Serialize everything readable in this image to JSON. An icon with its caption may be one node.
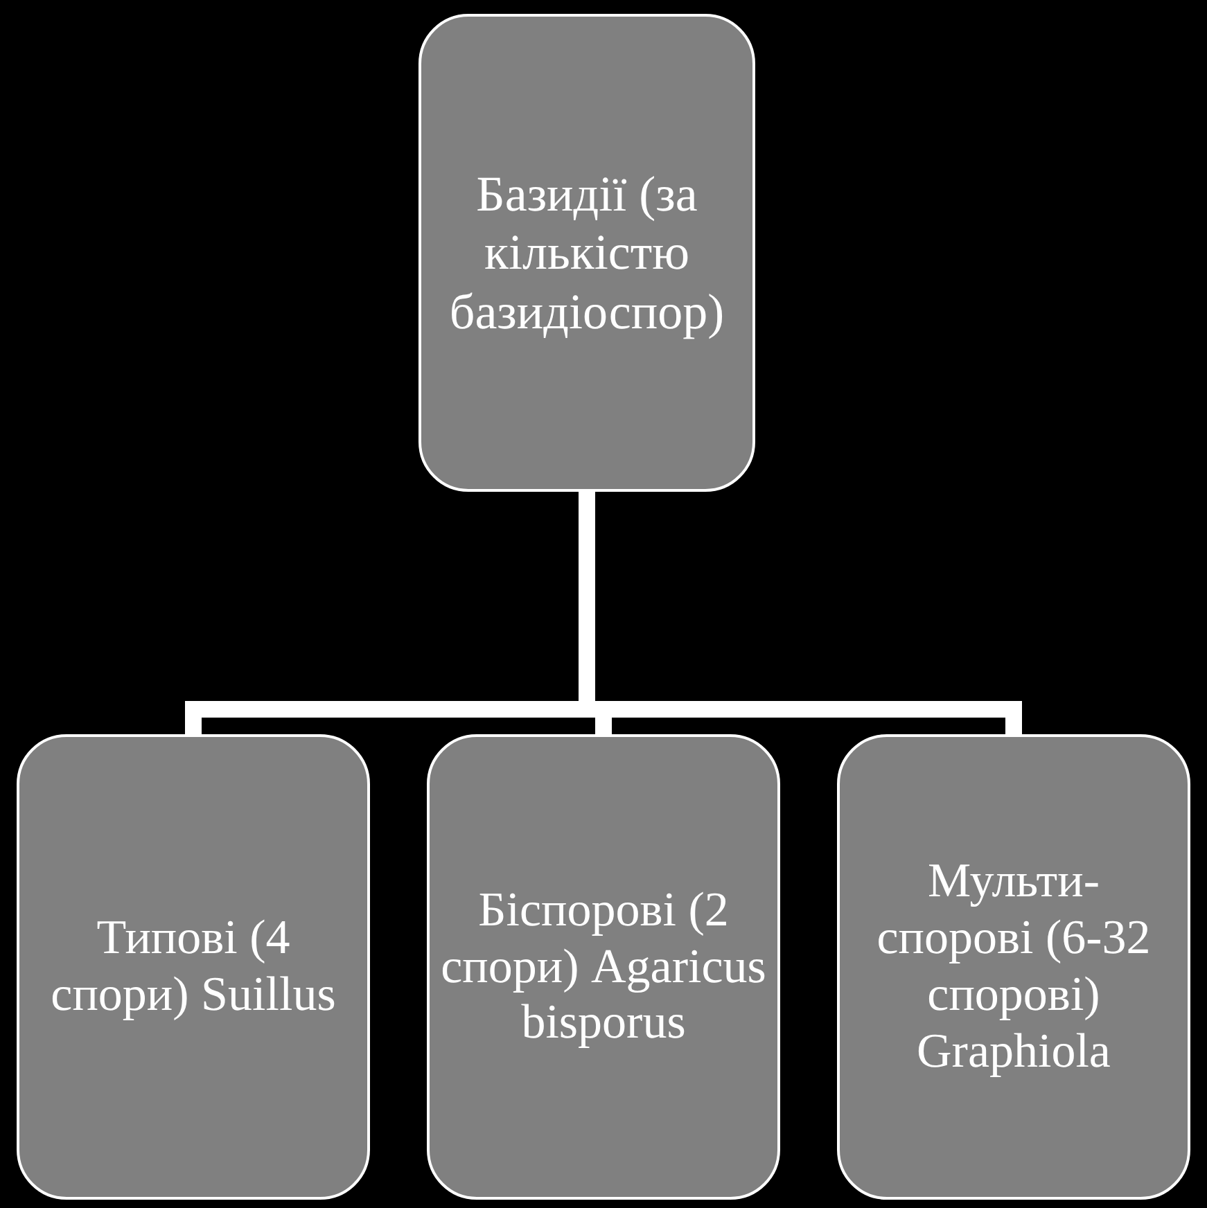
{
  "diagram": {
    "nodes": [
      {
        "text": [
          "Базидії (за кількістю базидіоспор)"
        ]
      },
      {
        "text": [
          "Типові (4 спори) Suillus"
        ]
      },
      {
        "text": [
          "Біспорові (2 спори) Agaricus bisporus"
        ]
      },
      {
        "text": [
          "Мульти- спорові (6-32 спорові) Graphiola"
        ]
      }
    ],
    "edges": [
      {
        "from": 0,
        "to": 1,
        "arrow": "none"
      },
      {
        "from": 0,
        "to": 2,
        "arrow": "none"
      },
      {
        "from": 0,
        "to": 3,
        "arrow": "none"
      }
    ]
  }
}
